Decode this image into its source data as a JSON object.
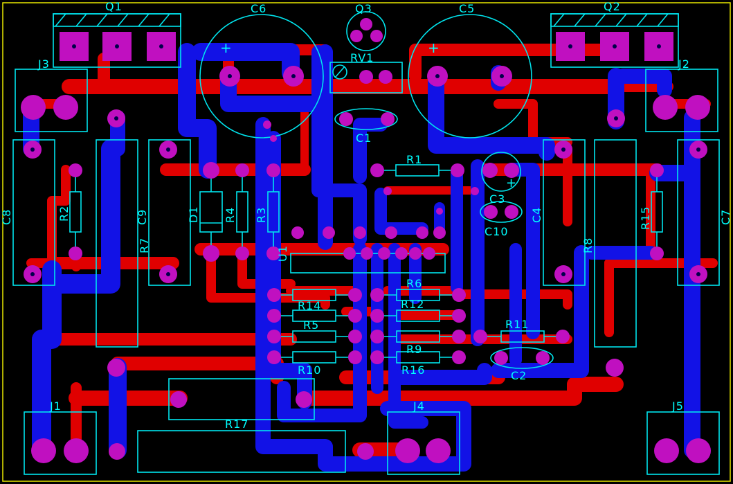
{
  "colors": {
    "background": "#000000",
    "top_copper": "#e00000",
    "bottom_copper": "#1212e6",
    "pad": "#c010c0",
    "silkscreen": "#00e5ee",
    "board_outline": "#e8e800"
  },
  "designators": {
    "Q1": "Q1",
    "Q2": "Q2",
    "Q3": "Q3",
    "C1": "C1",
    "C2": "C2",
    "C3": "C3",
    "C4": "C4",
    "C5": "C5",
    "C6": "C6",
    "C7": "C7",
    "C8": "C8",
    "C9": "C9",
    "C10": "C10",
    "J1": "J1",
    "J2": "J2",
    "J3": "J3",
    "J4": "J4",
    "J5": "J5",
    "D1": "D1",
    "U1": "U1",
    "RV1": "RV1",
    "R1": "R1",
    "R2": "R2",
    "R3": "R3",
    "R4": "R4",
    "R5": "R5",
    "R6": "R6",
    "R7": "R7",
    "R8": "R8",
    "R9": "R9",
    "R10": "R10",
    "R11": "R11",
    "R12": "R12",
    "R14": "R14",
    "R15": "R15",
    "R16": "R16",
    "R17": "R17"
  },
  "polarity_marks": {
    "C6": "+",
    "C5": "+",
    "C3": "+"
  }
}
